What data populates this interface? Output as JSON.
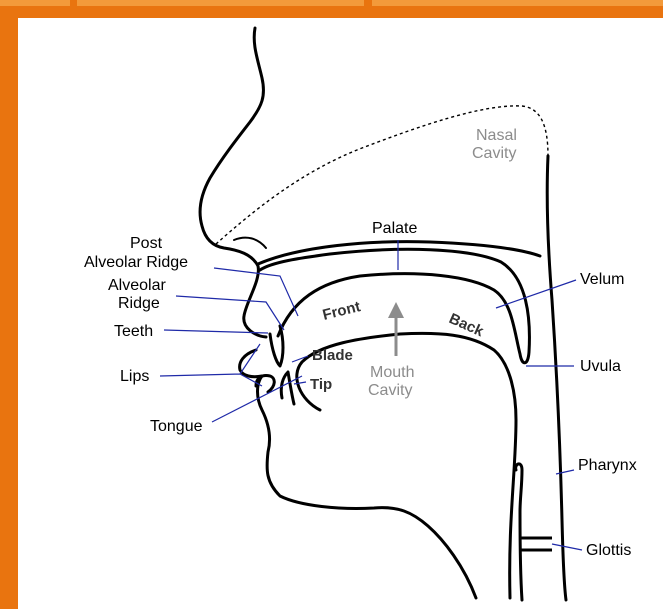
{
  "diagram": {
    "labels": {
      "nasal_cavity_line1": "Nasal",
      "nasal_cavity_line2": "Cavity",
      "palate": "Palate",
      "post_alveolar_line1": "Post",
      "post_alveolar_line2": "Alveolar Ridge",
      "alveolar_line1": "Alveolar",
      "alveolar_line2": "Ridge",
      "teeth": "Teeth",
      "lips": "Lips",
      "tongue": "Tongue",
      "blade": "Blade",
      "tip": "Tip",
      "front": "Front",
      "back": "Back",
      "mouth_cavity_line1": "Mouth",
      "mouth_cavity_line2": "Cavity",
      "velum": "Velum",
      "uvula": "Uvula",
      "pharynx": "Pharynx",
      "glottis": "Glottis"
    },
    "colors": {
      "frame": "#e9740f",
      "leader_lines": "#1f2aa8",
      "outline": "#000000",
      "cavity_text": "#8c8c8c"
    }
  }
}
